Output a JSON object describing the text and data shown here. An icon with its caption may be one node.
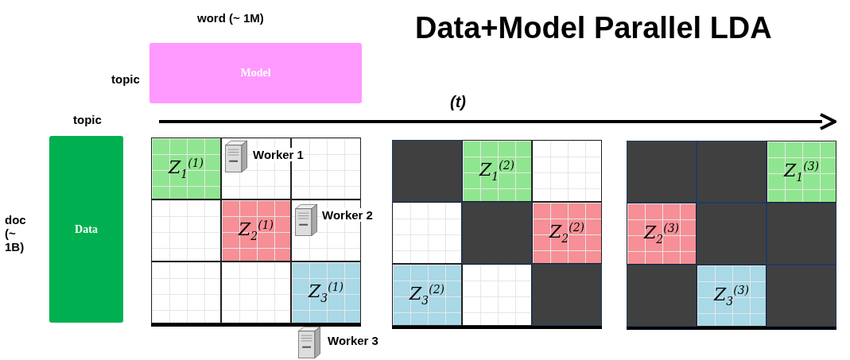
{
  "diagram": {
    "title": "Data+Model Parallel LDA",
    "nodes": [
      {
        "text": [
          "Model"
        ]
      },
      {
        "text": [
          "Data"
        ]
      },
      {
        "text": [
          "Z$_{1}$$^{(1)}$"
        ]
      },
      {
        "text": [
          "Z$_{2}$$^{(1)}$"
        ]
      },
      {
        "text": [
          "Z$_{3}$$^{(1)}$"
        ]
      },
      {
        "text": [
          "Z$_{1}$$^{(2)}$"
        ]
      },
      {
        "text": [
          "Z$_{2}$$^{(2)}$"
        ]
      },
      {
        "text": [
          "Z$_{3}$$^{(2)}$"
        ]
      },
      {
        "text": [
          "Z$_{1}$$^{(3)}$"
        ]
      },
      {
        "text": [
          "Z$_{2}$$^{(3)}$"
        ]
      },
      {
        "text": [
          "Z$_{3}$$^{(3)}$"
        ]
      }
    ],
    "labels": [
      "word (~ 1M)",
      "topic",
      "topic",
      "doc (~ 1B)",
      "(t)",
      "Worker 1",
      "Worker 2",
      "Worker 3"
    ]
  }
}
